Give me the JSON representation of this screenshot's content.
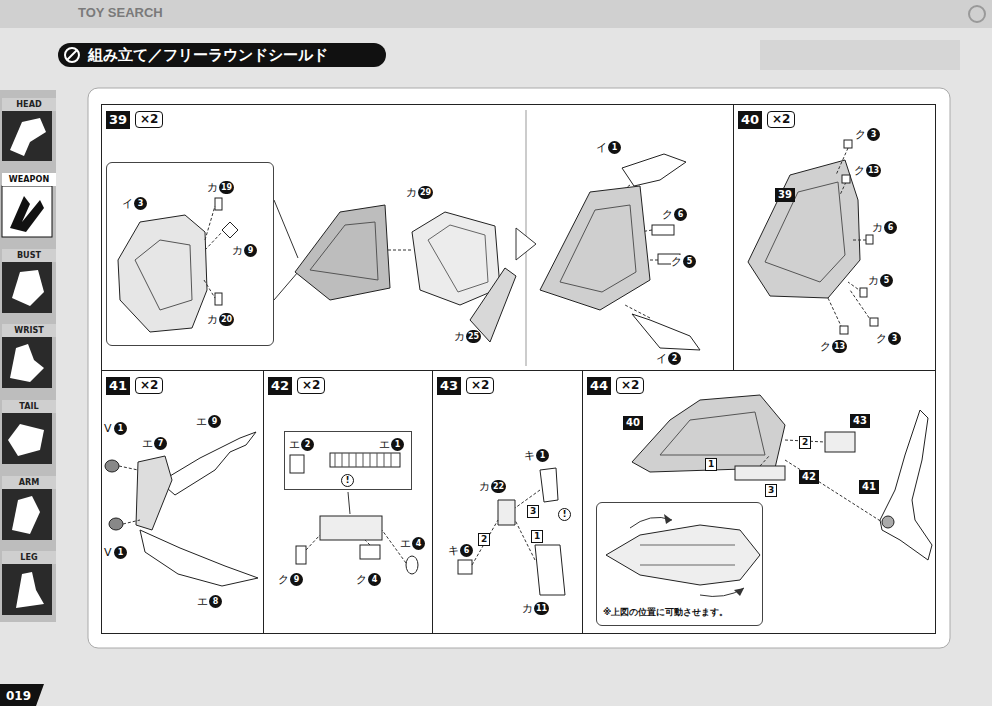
{
  "diagram": {
    "title": "組み立て／フリーラウンドシールド",
    "nodes": [
      {
        "text": [
          "HEAD"
        ]
      },
      {
        "text": [
          "WEAPON"
        ]
      },
      {
        "text": [
          "BUST"
        ]
      },
      {
        "text": [
          "WRIST"
        ]
      },
      {
        "text": [
          "TAIL"
        ]
      },
      {
        "text": [
          "ARM"
        ]
      },
      {
        "text": [
          "LEG"
        ]
      },
      {
        "text": [
          "39",
          "×2"
        ]
      },
      {
        "text": [
          "イ",
          "3",
          "カ",
          "19",
          "カ",
          "9",
          "カ",
          "20"
        ],
        "in": 7
      },
      {
        "text": [
          "40",
          "×2"
        ]
      },
      {
        "text": [
          "41",
          "×2"
        ]
      },
      {
        "text": [
          "42",
          "×2"
        ]
      },
      {
        "text": [
          "エ",
          "2",
          "エ",
          "1",
          "!"
        ],
        "in": 11
      },
      {
        "text": [
          "43",
          "×2"
        ]
      },
      {
        "text": [
          "44",
          "×2"
        ]
      },
      {
        "text": [
          "※上図の位置に可動させます。"
        ],
        "in": 14
      }
    ],
    "labels": [
      "TOY SEARCH",
      "019",
      "カ",
      "29",
      "カ",
      "25",
      "イ",
      "1",
      "ク",
      "6",
      "ク",
      "5",
      "イ",
      "2",
      "ク",
      "3",
      "ク",
      "13",
      "39",
      "カ",
      "6",
      "カ",
      "5",
      "ク",
      "3",
      "ク",
      "13",
      "V",
      "1",
      "エ",
      "9",
      "エ",
      "7",
      "V",
      "1",
      "エ",
      "8",
      "ク",
      "9",
      "ク",
      "4",
      "エ",
      "4",
      "キ",
      "1",
      "カ",
      "22",
      "3",
      "!",
      "キ",
      "6",
      "2",
      "1",
      "カ",
      "11",
      "40",
      "43",
      "2",
      "1",
      "42",
      "3",
      "41"
    ]
  }
}
